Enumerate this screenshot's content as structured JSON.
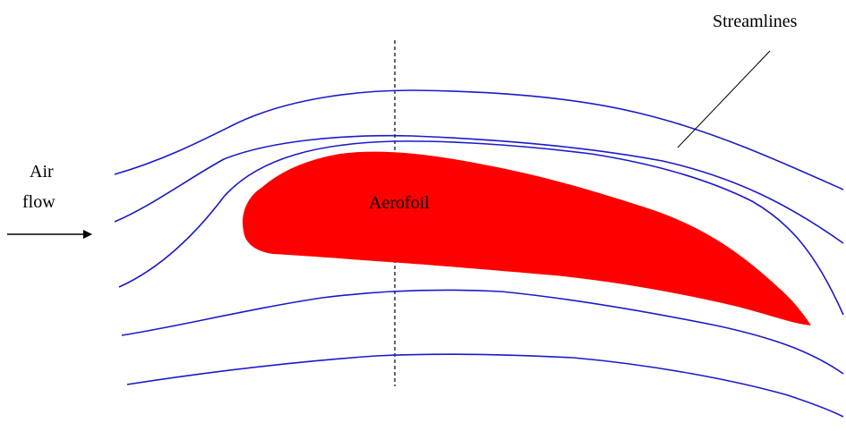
{
  "labels": {
    "air_flow_line1": "Air",
    "air_flow_line2": "flow",
    "aerofoil": "Aerofoil",
    "streamlines": "Streamlines"
  },
  "colors": {
    "streamline": "#1a1acc",
    "aerofoil": "#ff0000",
    "ink": "#000000"
  }
}
